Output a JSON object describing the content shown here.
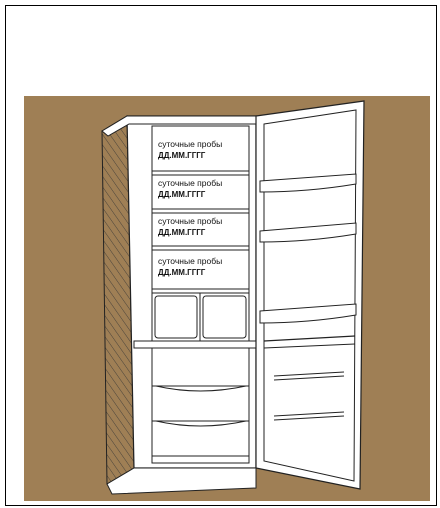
{
  "labels": [
    {
      "line1": "суточные пробы",
      "line2": "ДД.ММ.ГГГГ"
    },
    {
      "line1": "суточные пробы",
      "line2": "ДД.ММ.ГГГГ"
    },
    {
      "line1": "суточные пробы",
      "line2": "ДД.ММ.ГГГГ"
    },
    {
      "line1": "суточные пробы",
      "line2": "ДД.ММ.ГГГГ"
    }
  ],
  "colors": {
    "background": "#9f7f55",
    "line": "#222222",
    "appliance": "#ffffff"
  }
}
